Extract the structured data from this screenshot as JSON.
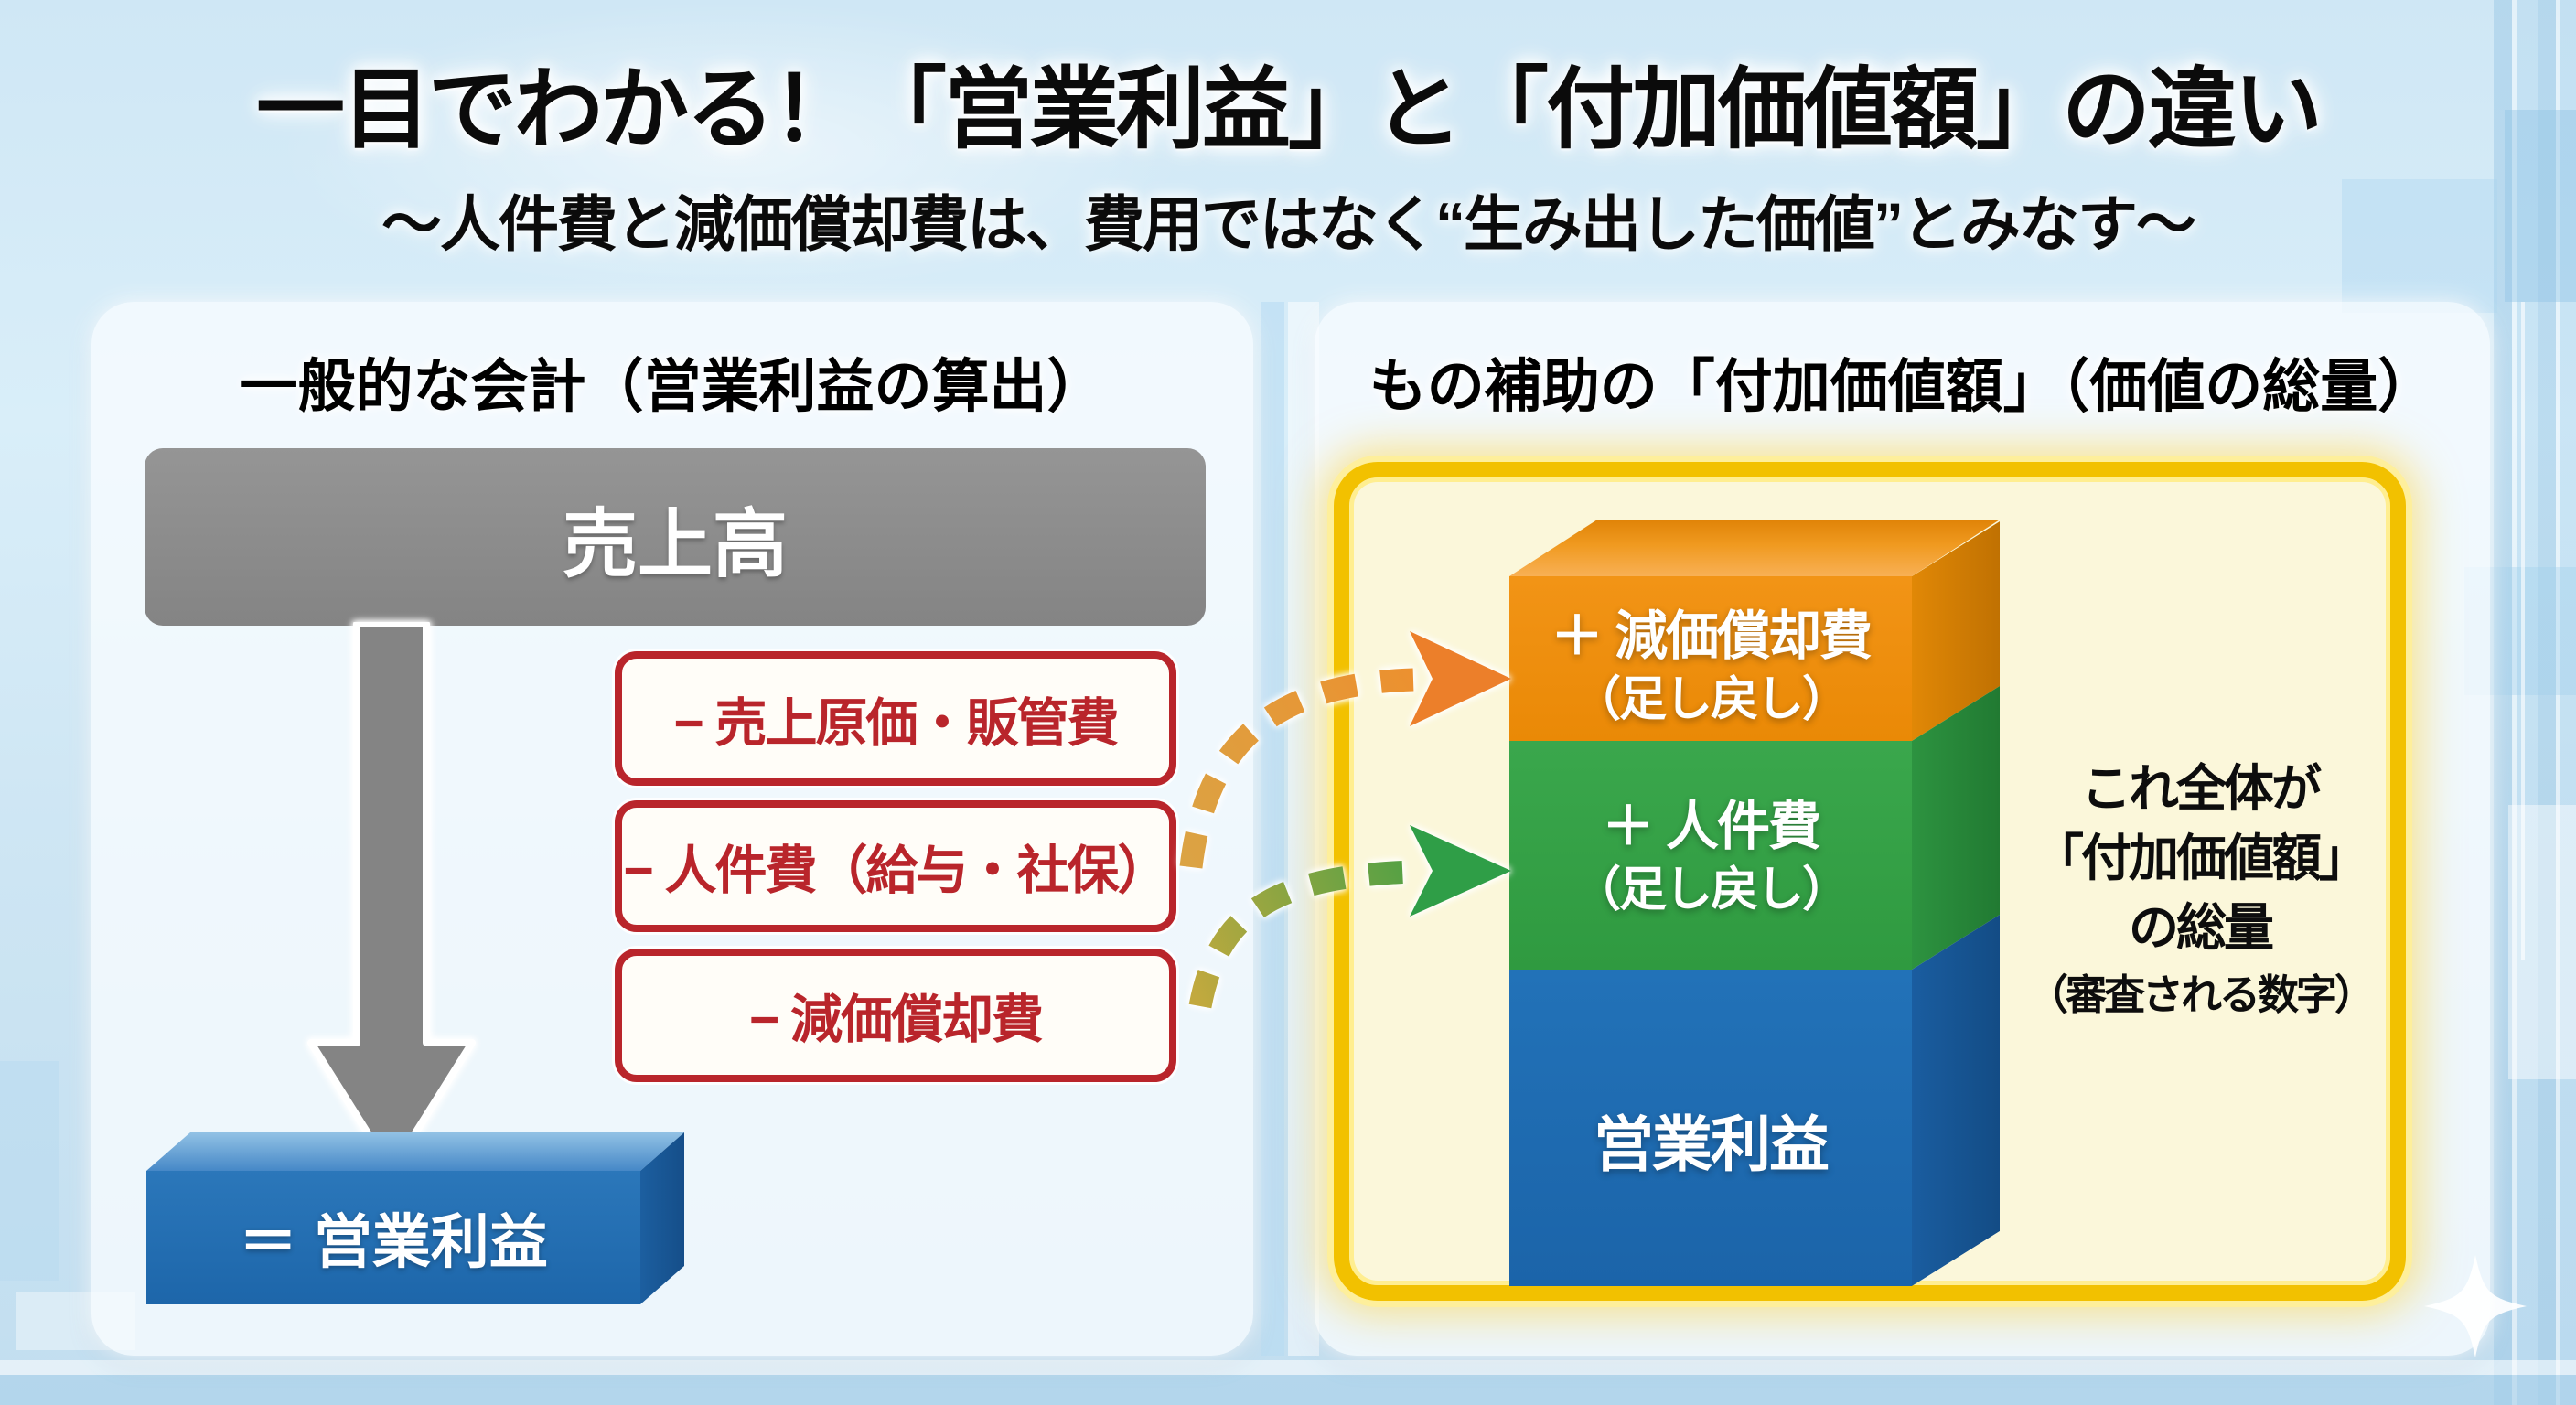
{
  "title": {
    "main": "一目でわかる！「営業利益」と「付加価値額」の違い",
    "subtitle": "〜人件費と減価償却費は、費用ではなく“生み出した価値”とみなす〜"
  },
  "left_panel": {
    "header": "一般的な会計（営業利益の算出）",
    "sales_label": "売上高",
    "deductions": [
      "− 売上原価・販管費",
      "− 人件費（給与・社保）",
      "− 減価償却費"
    ],
    "result_label": "＝ 営業利益"
  },
  "right_panel": {
    "header": "もの補助の「付加価値額」（価値の総量）",
    "stack": [
      {
        "line1": "＋ 減価償却費",
        "line2": "（足し戻し）",
        "color": "#ef8d0e"
      },
      {
        "line1": "＋ 人件費",
        "line2": "（足し戻し）",
        "color": "#35a046"
      },
      {
        "line1": "営業利益",
        "line2": "",
        "color": "#1e6eb6"
      }
    ],
    "annotation": {
      "line1": "これ全体が",
      "line2": "「付加価値額」",
      "line3": "の総量",
      "line4": "（審査される数字）"
    }
  },
  "colors": {
    "background_blue": "#cfe7f5",
    "deduction_red": "#b9252b",
    "sales_gray": "#8a8a8a",
    "profit_blue": "#1e6eb6",
    "labor_green": "#35a046",
    "depreciation_orange": "#ef8d0e",
    "frame_yellow": "#f2c100",
    "frame_cream": "#fbf7da"
  }
}
